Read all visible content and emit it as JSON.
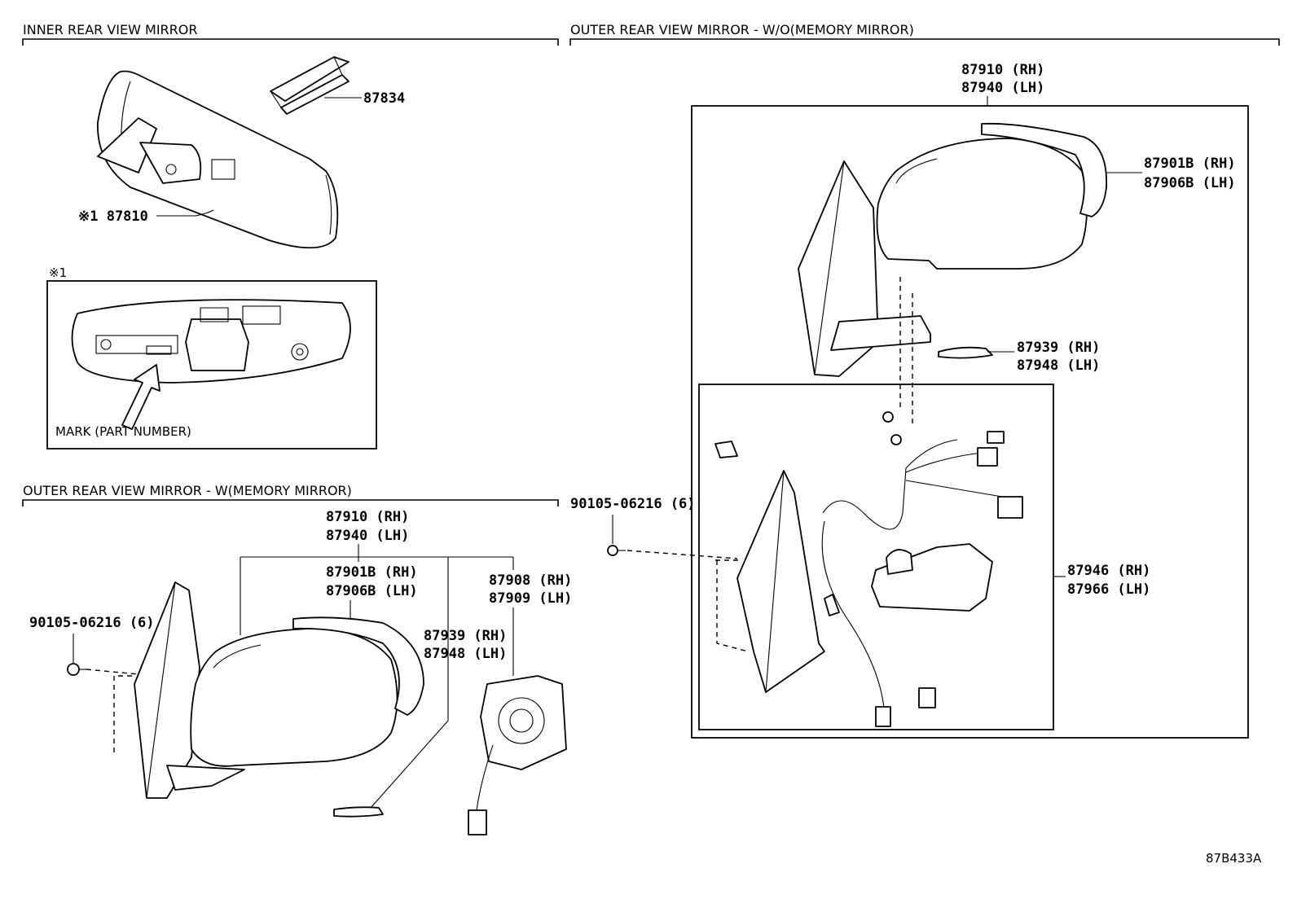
{
  "sections": {
    "inner": "INNER REAR VIEW MIRROR",
    "outer_wo": "OUTER REAR VIEW MIRROR - W/O(MEMORY MIRROR)",
    "outer_w": "OUTER REAR VIEW MIRROR - W(MEMORY MIRROR)"
  },
  "inner_labels": {
    "bracket": "87834",
    "mirror": "※1 87810",
    "inset_title": "※1",
    "mark": "MARK (PART NUMBER)"
  },
  "wo_labels": {
    "assy_rh": "87910 (RH)",
    "assy_lh": "87940 (LH)",
    "mirror_rh": "87901B (RH)",
    "mirror_lh": "87906B (LH)",
    "cover_rh": "87939 (RH)",
    "cover_lh": "87948 (LH)",
    "retractor_rh": "87946 (RH)",
    "retractor_lh": "87966 (LH)",
    "screw": "90105-06216 (6)"
  },
  "w_labels": {
    "assy_rh": "87910 (RH)",
    "assy_lh": "87940 (LH)",
    "mirror_rh": "87901B (RH)",
    "mirror_lh": "87906B (LH)",
    "motor_rh": "87908 (RH)",
    "motor_lh": "87909 (LH)",
    "cover_rh": "87939 (RH)",
    "cover_lh": "87948 (LH)",
    "screw": "90105-06216 (6)"
  },
  "figure_code": "87B433A"
}
